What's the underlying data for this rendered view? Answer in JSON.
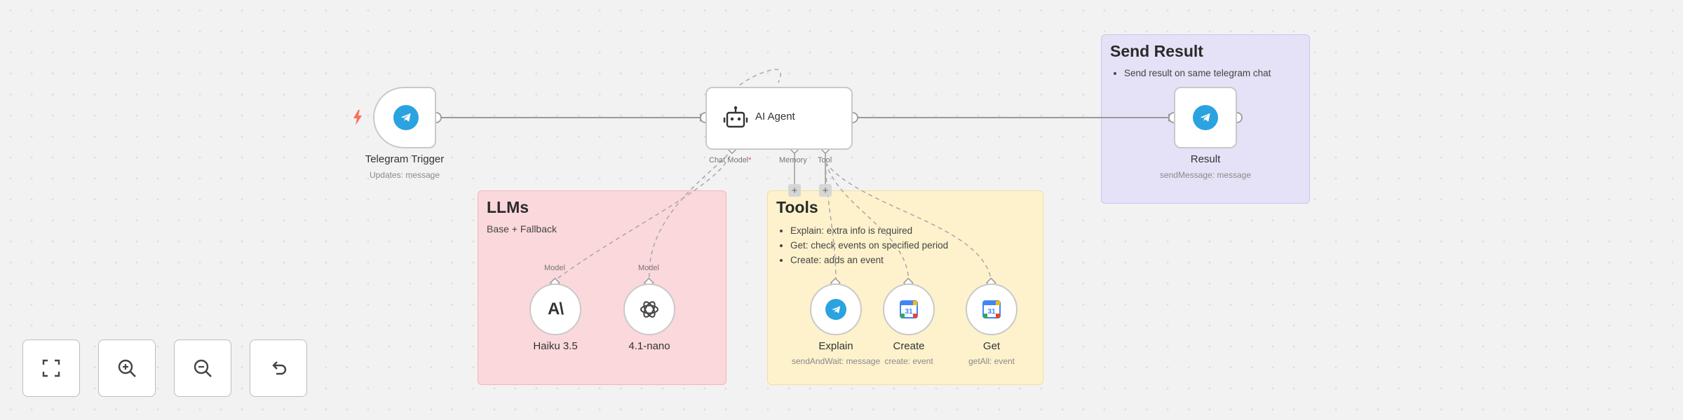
{
  "canvas": {
    "sticky_llms": {
      "title": "LLMs",
      "subtitle": "Base + Fallback"
    },
    "sticky_tools": {
      "title": "Tools",
      "bullets": [
        "Explain: extra info is required",
        "Get: check events on specified period",
        "Create: adds an event"
      ]
    },
    "sticky_send": {
      "title": "Send Result",
      "bullets": [
        "Send result on same telegram chat"
      ]
    },
    "trigger_node": {
      "label": "Telegram Trigger",
      "subtitle": "Updates: message"
    },
    "agent_node": {
      "label": "AI Agent",
      "ports": {
        "chat_model": "Chat Model",
        "chat_model_required": "*",
        "memory": "Memory",
        "tool": "Tool"
      }
    },
    "result_node": {
      "label": "Result",
      "subtitle": "sendMessage: message"
    },
    "llm_nodes": [
      {
        "label": "Haiku 3.5",
        "port_label": "Model",
        "icon": "anthropic-icon"
      },
      {
        "label": "4.1-nano",
        "port_label": "Model",
        "icon": "openai-icon"
      }
    ],
    "tool_nodes": [
      {
        "label": "Explain",
        "subtitle": "sendAndWait: message",
        "icon": "telegram-icon"
      },
      {
        "label": "Create",
        "subtitle": "create: event",
        "icon": "google-calendar-icon"
      },
      {
        "label": "Get",
        "subtitle": "getAll: event",
        "icon": "google-calendar-icon"
      }
    ]
  },
  "controls": {
    "buttons": [
      {
        "name": "fit-view-button",
        "icon": "expand-icon"
      },
      {
        "name": "zoom-in-button",
        "icon": "zoom-in-icon"
      },
      {
        "name": "zoom-out-button",
        "icon": "zoom-out-icon"
      },
      {
        "name": "reset-button",
        "icon": "undo-icon"
      }
    ]
  },
  "colors": {
    "canvas_bg": "#f2f2f2",
    "llm_sticky": "#fbd8dc",
    "tools_sticky": "#fdf2cc",
    "send_sticky": "#e5e1f6",
    "telegram_blue": "#2aa3e0",
    "trigger_bolt": "#ff6d5a"
  }
}
